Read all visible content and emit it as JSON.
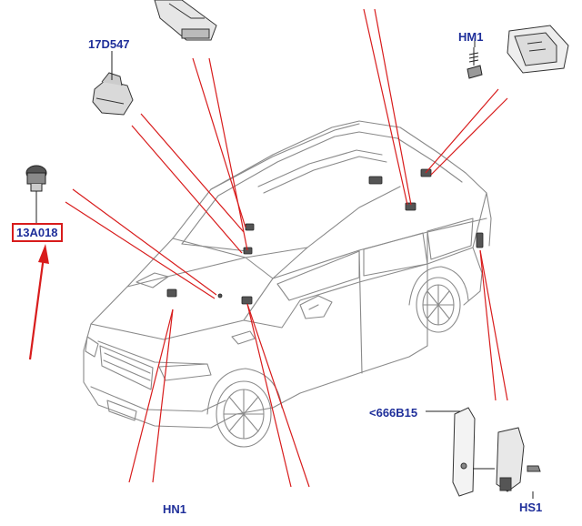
{
  "labels": {
    "part_13a018": "13A018",
    "part_17d547": "17D547",
    "part_hm1": "HM1",
    "part_666b15": "<666B15",
    "part_hn1": "HN1",
    "part_hs1": "HS1"
  },
  "colors": {
    "leader_red": "#d81c1c",
    "label_blue": "#1f2f9a",
    "outline_gray": "#7a7a7a",
    "part_dark": "#333333"
  }
}
